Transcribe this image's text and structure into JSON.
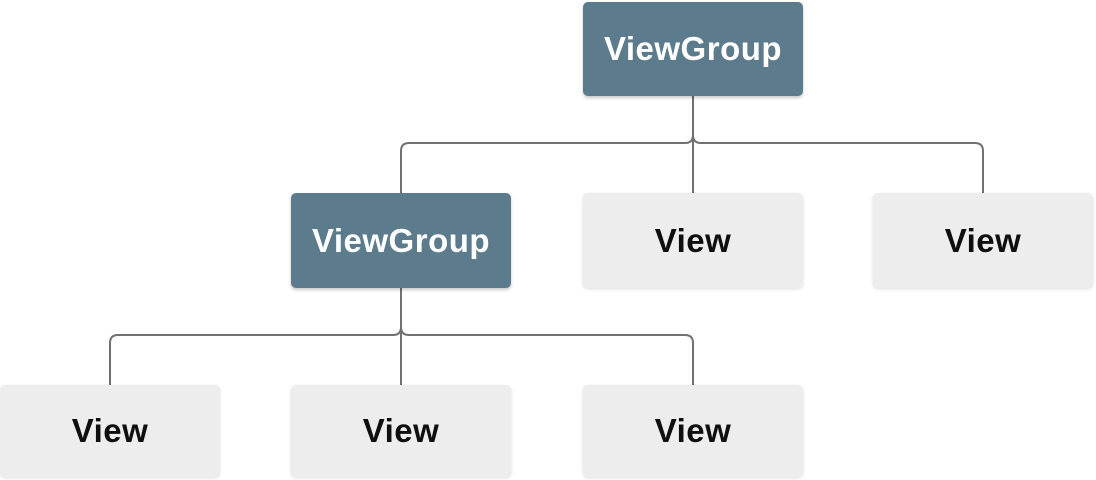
{
  "diagram": {
    "type": "tree",
    "colors": {
      "viewgroup_fill": "#5c7b8d",
      "viewgroup_text": "#ffffff",
      "view_fill": "#ededed",
      "view_text": "#0f0f0f",
      "connector": "#717171",
      "background": "#ffffff"
    },
    "nodes": [
      {
        "id": "root",
        "label": "ViewGroup",
        "kind": "viewgroup",
        "level": 1
      },
      {
        "id": "child-viewgroup",
        "label": "ViewGroup",
        "kind": "viewgroup",
        "level": 2
      },
      {
        "id": "child-view-1",
        "label": "View",
        "kind": "view",
        "level": 2
      },
      {
        "id": "child-view-2",
        "label": "View",
        "kind": "view",
        "level": 2
      },
      {
        "id": "leaf-view-1",
        "label": "View",
        "kind": "view",
        "level": 3
      },
      {
        "id": "leaf-view-2",
        "label": "View",
        "kind": "view",
        "level": 3
      },
      {
        "id": "leaf-view-3",
        "label": "View",
        "kind": "view",
        "level": 3
      }
    ],
    "edges": [
      [
        "root",
        "child-viewgroup"
      ],
      [
        "root",
        "child-view-1"
      ],
      [
        "root",
        "child-view-2"
      ],
      [
        "child-viewgroup",
        "leaf-view-1"
      ],
      [
        "child-viewgroup",
        "leaf-view-2"
      ],
      [
        "child-viewgroup",
        "leaf-view-3"
      ]
    ]
  }
}
